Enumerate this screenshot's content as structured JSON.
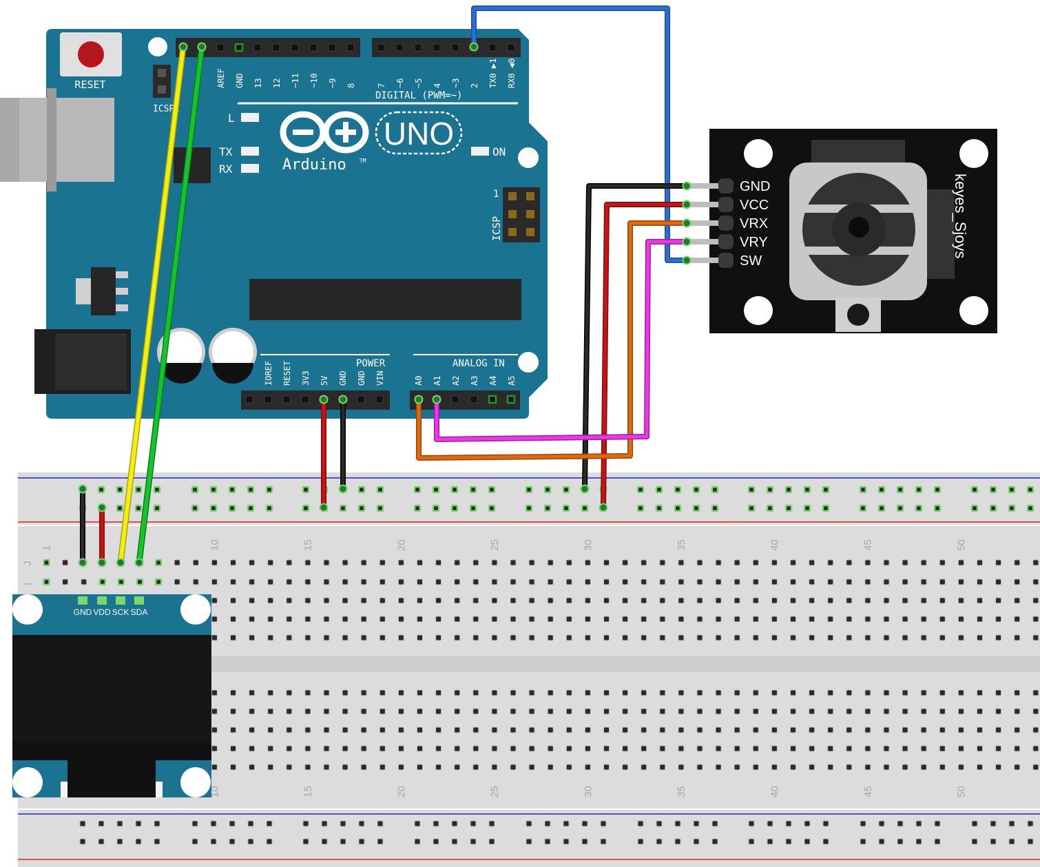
{
  "arduino": {
    "board_name": "UNO",
    "brand": "Arduino",
    "trademark": "TM",
    "reset_label": "RESET",
    "icsp2_label": "ICSP2",
    "icsp_label": "ICSP",
    "icsp_pin1": "1",
    "led_l": "L",
    "led_tx": "TX",
    "led_rx": "RX",
    "led_on": "ON",
    "digital_label": "DIGITAL (PWM=~)",
    "power_label": "POWER",
    "analog_label": "ANALOG IN",
    "top_header_left": [
      "AREF",
      "GND",
      "13",
      "12",
      "~11",
      "~10",
      "~9",
      "8"
    ],
    "top_header_right": [
      "7",
      "~6",
      "~5",
      "4",
      "~3",
      "2",
      "TX0 ▶1",
      "RX0 ◀0"
    ],
    "power_pins": [
      "IOREF",
      "RESET",
      "3V3",
      "5V",
      "GND",
      "GND",
      "VIN"
    ],
    "analog_pins": [
      "A0",
      "A1",
      "A2",
      "A3",
      "A4",
      "A5"
    ]
  },
  "joystick": {
    "module_name": "keyes_Sjoys",
    "pins": [
      "GND",
      "VCC",
      "VRX",
      "VRY",
      "SW"
    ]
  },
  "oled": {
    "pins": [
      "GND",
      "VDD",
      "SCK",
      "SDA"
    ]
  },
  "breadboard": {
    "column_numbers": [
      "1",
      "10",
      "15",
      "20",
      "25",
      "30",
      "35",
      "40",
      "45",
      "50"
    ],
    "row_labels": [
      "J",
      "I"
    ]
  },
  "colors": {
    "board": "#1b7392",
    "breadboard": "#dcdcdc",
    "wire_yellow": "#f2ee12",
    "wire_green": "#16c32c",
    "wire_black": "#1e1e1e",
    "wire_red": "#c81414",
    "wire_blue": "#2b6fd3",
    "wire_orange": "#e0680f",
    "wire_magenta": "#ea3ae6"
  }
}
